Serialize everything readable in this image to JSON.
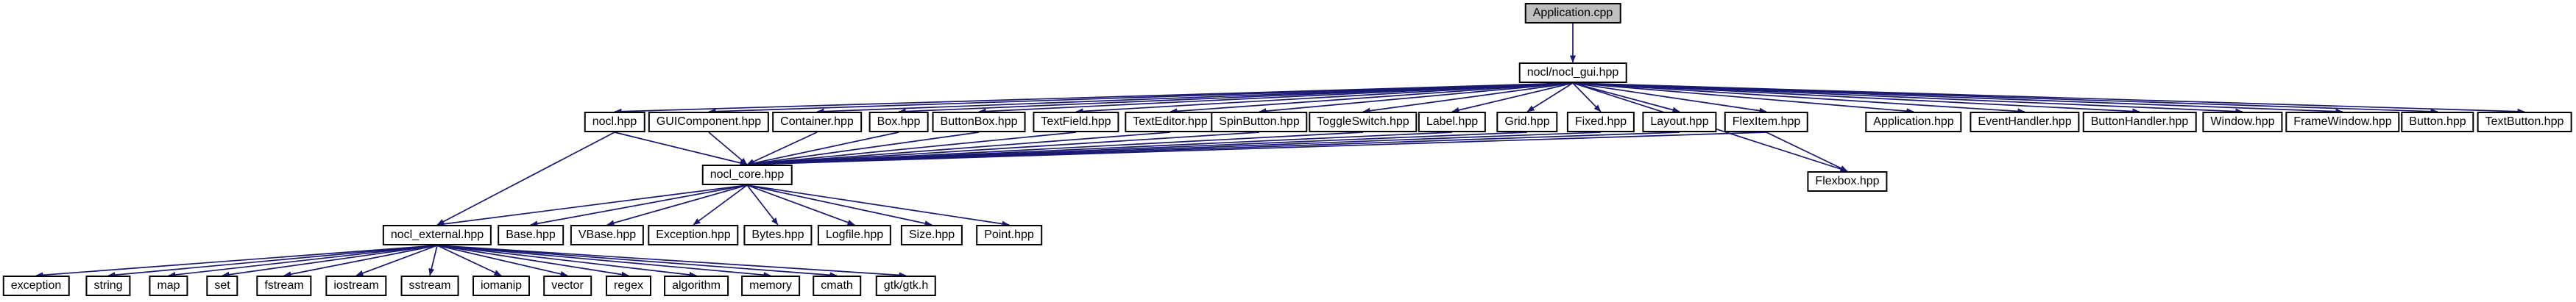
{
  "diagram": {
    "type": "include-dependency-graph",
    "root_node": "Application.cpp"
  },
  "colors": {
    "background": "#ffffff",
    "edge": "#191970",
    "node_border": "#000000",
    "node_fill": "#ffffff",
    "root_fill": "#bfbfbf"
  },
  "nodes": [
    {
      "id": "app_cpp",
      "label": "Application.cpp"
    },
    {
      "id": "gui",
      "label": "nocl/nocl_gui.hpp"
    },
    {
      "id": "nocl",
      "label": "nocl.hpp"
    },
    {
      "id": "guicomponent",
      "label": "GUIComponent.hpp"
    },
    {
      "id": "container",
      "label": "Container.hpp"
    },
    {
      "id": "box",
      "label": "Box.hpp"
    },
    {
      "id": "buttonbox",
      "label": "ButtonBox.hpp"
    },
    {
      "id": "textfield",
      "label": "TextField.hpp"
    },
    {
      "id": "texteditor",
      "label": "TextEditor.hpp"
    },
    {
      "id": "spinbutton",
      "label": "SpinButton.hpp"
    },
    {
      "id": "toggleswitch",
      "label": "ToggleSwitch.hpp"
    },
    {
      "id": "label",
      "label": "Label.hpp"
    },
    {
      "id": "grid",
      "label": "Grid.hpp"
    },
    {
      "id": "fixed",
      "label": "Fixed.hpp"
    },
    {
      "id": "layout",
      "label": "Layout.hpp"
    },
    {
      "id": "flexitem",
      "label": "FlexItem.hpp"
    },
    {
      "id": "application_hpp",
      "label": "Application.hpp"
    },
    {
      "id": "eventhandler",
      "label": "EventHandler.hpp"
    },
    {
      "id": "buttonhandler",
      "label": "ButtonHandler.hpp"
    },
    {
      "id": "window",
      "label": "Window.hpp"
    },
    {
      "id": "framewindow",
      "label": "FrameWindow.hpp"
    },
    {
      "id": "button",
      "label": "Button.hpp"
    },
    {
      "id": "textbutton",
      "label": "TextButton.hpp"
    },
    {
      "id": "flexbox",
      "label": "Flexbox.hpp"
    },
    {
      "id": "core",
      "label": "nocl_core.hpp"
    },
    {
      "id": "external",
      "label": "nocl_external.hpp"
    },
    {
      "id": "base",
      "label": "Base.hpp"
    },
    {
      "id": "vbase",
      "label": "VBase.hpp"
    },
    {
      "id": "exception_hpp",
      "label": "Exception.hpp"
    },
    {
      "id": "bytes",
      "label": "Bytes.hpp"
    },
    {
      "id": "logfile",
      "label": "Logfile.hpp"
    },
    {
      "id": "size",
      "label": "Size.hpp"
    },
    {
      "id": "point",
      "label": "Point.hpp"
    },
    {
      "id": "std_exception",
      "label": "exception"
    },
    {
      "id": "std_string",
      "label": "string"
    },
    {
      "id": "std_map",
      "label": "map"
    },
    {
      "id": "std_set",
      "label": "set"
    },
    {
      "id": "std_fstream",
      "label": "fstream"
    },
    {
      "id": "std_iostream",
      "label": "iostream"
    },
    {
      "id": "std_sstream",
      "label": "sstream"
    },
    {
      "id": "std_iomanip",
      "label": "iomanip"
    },
    {
      "id": "std_vector",
      "label": "vector"
    },
    {
      "id": "std_regex",
      "label": "regex"
    },
    {
      "id": "std_algorithm",
      "label": "algorithm"
    },
    {
      "id": "std_memory",
      "label": "memory"
    },
    {
      "id": "std_cmath",
      "label": "cmath"
    },
    {
      "id": "gtk",
      "label": "gtk/gtk.h"
    }
  ],
  "edges": [
    {
      "from": "app_cpp",
      "to": "gui"
    },
    {
      "from": "gui",
      "to": "nocl"
    },
    {
      "from": "gui",
      "to": "guicomponent"
    },
    {
      "from": "gui",
      "to": "container"
    },
    {
      "from": "gui",
      "to": "box"
    },
    {
      "from": "gui",
      "to": "buttonbox"
    },
    {
      "from": "gui",
      "to": "textfield"
    },
    {
      "from": "gui",
      "to": "texteditor"
    },
    {
      "from": "gui",
      "to": "spinbutton"
    },
    {
      "from": "gui",
      "to": "toggleswitch"
    },
    {
      "from": "gui",
      "to": "label"
    },
    {
      "from": "gui",
      "to": "grid"
    },
    {
      "from": "gui",
      "to": "fixed"
    },
    {
      "from": "gui",
      "to": "layout"
    },
    {
      "from": "gui",
      "to": "flexitem"
    },
    {
      "from": "gui",
      "to": "application_hpp"
    },
    {
      "from": "gui",
      "to": "eventhandler"
    },
    {
      "from": "gui",
      "to": "buttonhandler"
    },
    {
      "from": "gui",
      "to": "window"
    },
    {
      "from": "gui",
      "to": "framewindow"
    },
    {
      "from": "gui",
      "to": "button"
    },
    {
      "from": "gui",
      "to": "textbutton"
    },
    {
      "from": "gui",
      "to": "flexbox"
    },
    {
      "from": "flexitem",
      "to": "flexbox"
    },
    {
      "from": "nocl",
      "to": "core"
    },
    {
      "from": "nocl",
      "to": "external"
    },
    {
      "from": "guicomponent",
      "to": "core"
    },
    {
      "from": "container",
      "to": "core"
    },
    {
      "from": "box",
      "to": "core"
    },
    {
      "from": "buttonbox",
      "to": "core"
    },
    {
      "from": "textfield",
      "to": "core"
    },
    {
      "from": "texteditor",
      "to": "core"
    },
    {
      "from": "spinbutton",
      "to": "core"
    },
    {
      "from": "toggleswitch",
      "to": "core"
    },
    {
      "from": "label",
      "to": "core"
    },
    {
      "from": "grid",
      "to": "core"
    },
    {
      "from": "fixed",
      "to": "core"
    },
    {
      "from": "layout",
      "to": "core"
    },
    {
      "from": "flexitem",
      "to": "core"
    },
    {
      "from": "core",
      "to": "external"
    },
    {
      "from": "core",
      "to": "base"
    },
    {
      "from": "core",
      "to": "vbase"
    },
    {
      "from": "core",
      "to": "exception_hpp"
    },
    {
      "from": "core",
      "to": "bytes"
    },
    {
      "from": "core",
      "to": "logfile"
    },
    {
      "from": "core",
      "to": "size"
    },
    {
      "from": "core",
      "to": "point"
    },
    {
      "from": "external",
      "to": "std_exception"
    },
    {
      "from": "external",
      "to": "std_string"
    },
    {
      "from": "external",
      "to": "std_map"
    },
    {
      "from": "external",
      "to": "std_set"
    },
    {
      "from": "external",
      "to": "std_fstream"
    },
    {
      "from": "external",
      "to": "std_iostream"
    },
    {
      "from": "external",
      "to": "std_sstream"
    },
    {
      "from": "external",
      "to": "std_iomanip"
    },
    {
      "from": "external",
      "to": "std_vector"
    },
    {
      "from": "external",
      "to": "std_regex"
    },
    {
      "from": "external",
      "to": "std_algorithm"
    },
    {
      "from": "external",
      "to": "std_memory"
    },
    {
      "from": "external",
      "to": "std_cmath"
    },
    {
      "from": "external",
      "to": "gtk"
    }
  ]
}
